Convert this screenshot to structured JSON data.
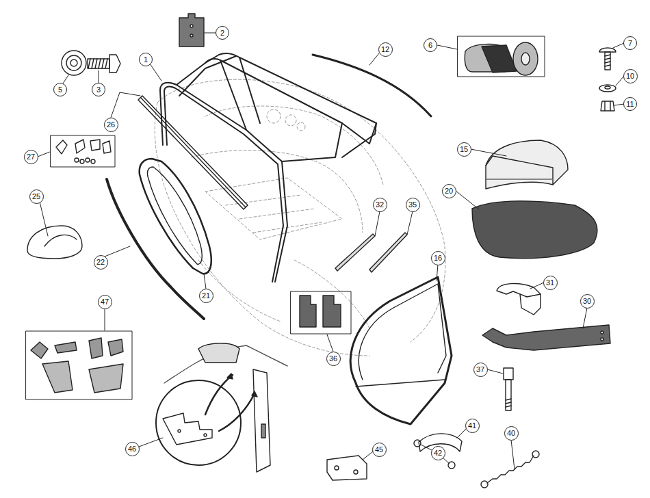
{
  "diagram": {
    "labels": [
      "1",
      "2",
      "3",
      "5",
      "6",
      "7",
      "10",
      "11",
      "12",
      "15",
      "16",
      "20",
      "21",
      "22",
      "25",
      "26",
      "27",
      "30",
      "31",
      "32",
      "35",
      "36",
      "37",
      "40",
      "41",
      "42",
      "45",
      "46",
      "47"
    ]
  }
}
